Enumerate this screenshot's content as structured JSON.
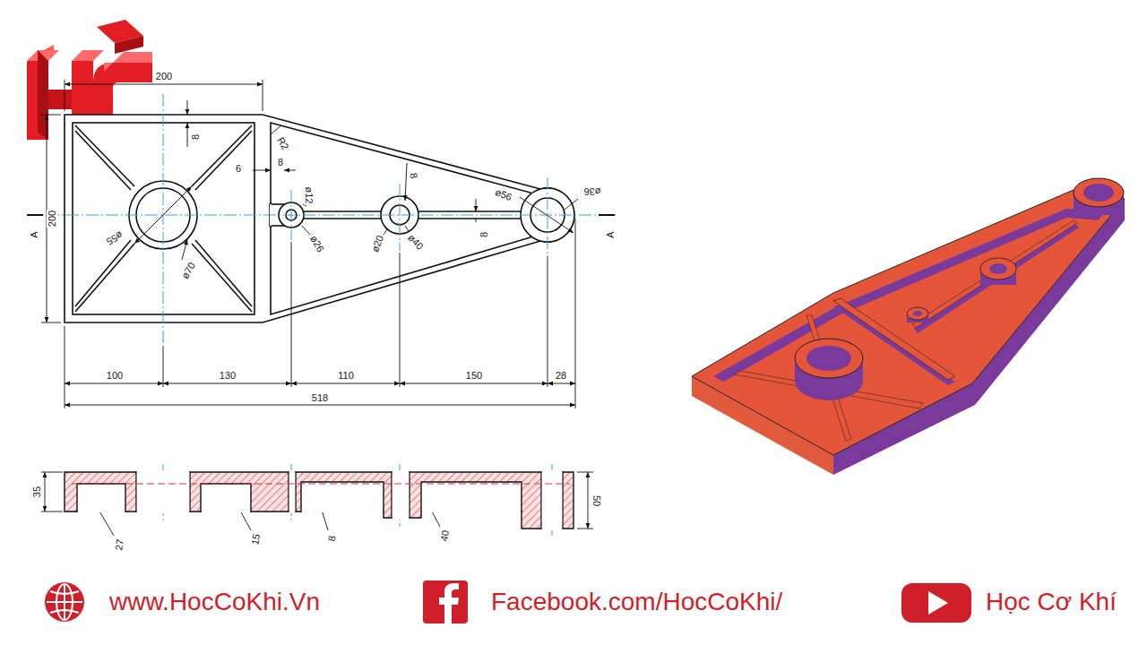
{
  "diagram": {
    "labels": [
      "200",
      "8",
      "R2",
      "6",
      "8",
      "200",
      "A",
      "ø12",
      "ø26",
      "8",
      "ø20",
      "ø40",
      "8",
      "ø56",
      "ø36",
      "A",
      "ø55",
      "ø70",
      "100",
      "130",
      "110",
      "150",
      "28",
      "518",
      "35",
      "27",
      "15",
      "8",
      "40",
      "50",
      "www.HocCoKhi.Vn",
      "Facebook.com/HocCoKhi/",
      "Học Cơ Khí"
    ]
  }
}
